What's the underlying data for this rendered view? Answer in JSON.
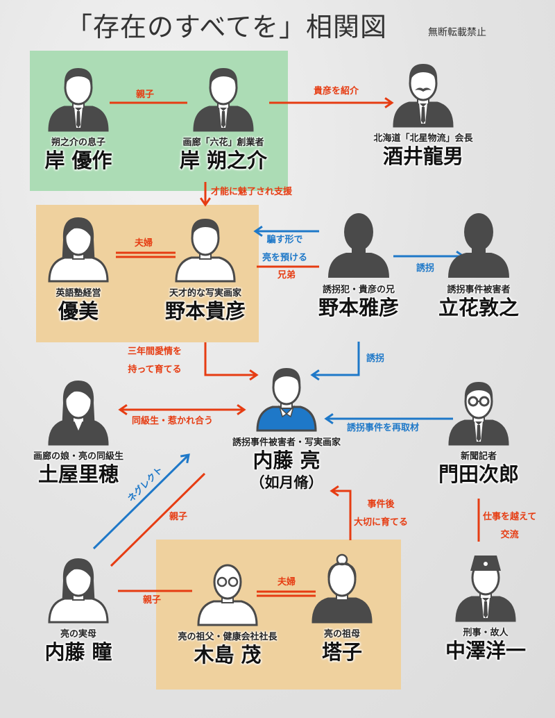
{
  "title": "「存在のすべてを」相関図",
  "notice": "無断転載禁止",
  "colors": {
    "red": "#e63c12",
    "blue": "#1e78c8",
    "group_green": "#acdcb5",
    "group_orange": "#efd19e",
    "silhouette": "#4a4a4a"
  },
  "people": [
    {
      "id": "kishi-yusaku",
      "desc": "朔之介の息子",
      "name": "岸 優作",
      "avatar": "man-suit-icon"
    },
    {
      "id": "kishi-sakunosuke",
      "desc": "画廊「六花」創業者",
      "name": "岸 朔之介",
      "avatar": "man-suit-icon"
    },
    {
      "id": "sakai-tatsuo",
      "desc": "北海道「北星物流」会長",
      "name": "酒井龍男",
      "avatar": "man-mustache-icon"
    },
    {
      "id": "yumi",
      "desc": "英語塾経営",
      "name": "優美",
      "avatar": "woman-icon"
    },
    {
      "id": "nomoto-takahiko",
      "desc": "天才的な写実画家",
      "name": "野本貴彦",
      "avatar": "man-casual-icon"
    },
    {
      "id": "nomoto-masahiko",
      "desc": "誘拐犯・貴彦の兄",
      "name": "野本雅彦",
      "avatar": "silhouette-icon"
    },
    {
      "id": "tachibana-atsuyuki",
      "desc": "誘拐事件被害者",
      "name": "立花敦之",
      "avatar": "silhouette-icon"
    },
    {
      "id": "tsuchiya-riho",
      "desc": "画廊の娘・亮の同級生",
      "name": "土屋里穂",
      "avatar": "woman-suit-icon"
    },
    {
      "id": "naito-ryo",
      "desc": "誘拐事件被害者・写実画家",
      "name": "内藤 亮",
      "sub": "（如月脩）",
      "avatar": "man-blue-shirt-icon"
    },
    {
      "id": "kadota-jiro",
      "desc": "新聞記者",
      "name": "門田次郎",
      "avatar": "man-glasses-icon"
    },
    {
      "id": "naito-hitomi",
      "desc": "亮の実母",
      "name": "内藤 瞳",
      "avatar": "woman-icon"
    },
    {
      "id": "kijima-shigeru",
      "desc": "亮の祖父・健康会社社長",
      "name": "木島 茂",
      "avatar": "elderly-man-icon"
    },
    {
      "id": "toko",
      "desc": "亮の祖母",
      "name": "塔子",
      "avatar": "elderly-woman-icon"
    },
    {
      "id": "nakazawa-yoichi",
      "desc": "刑事・故人",
      "name": "中澤洋一",
      "avatar": "police-icon"
    }
  ],
  "relations": [
    {
      "id": "yusaku-sakunosuke",
      "label": "親子",
      "color": "red"
    },
    {
      "id": "sakunosuke-sakai",
      "label": "貴彦を紹介",
      "color": "red"
    },
    {
      "id": "sakunosuke-takahiko",
      "label": "才能に魅了され支援",
      "color": "red"
    },
    {
      "id": "yumi-takahiko",
      "label": "夫婦",
      "color": "red"
    },
    {
      "id": "masahiko-takahiko-entrust",
      "label": "騙す形で\n亮を預ける",
      "color": "blue"
    },
    {
      "id": "masahiko-takahiko-brothers",
      "label": "兄弟",
      "color": "red"
    },
    {
      "id": "masahiko-tachibana",
      "label": "誘拐",
      "color": "blue"
    },
    {
      "id": "takahiko-ryo",
      "label": "三年間愛情を\n持って育てる",
      "color": "red"
    },
    {
      "id": "masahiko-ryo",
      "label": "誘拐",
      "color": "blue"
    },
    {
      "id": "riho-ryo",
      "label": "同級生・惹かれ合う",
      "color": "red"
    },
    {
      "id": "kadota-ryo",
      "label": "誘拐事件を再取材",
      "color": "blue"
    },
    {
      "id": "hitomi-ryo-neglect",
      "label": "ネグレクト",
      "color": "blue"
    },
    {
      "id": "hitomi-ryo-parent",
      "label": "親子",
      "color": "red"
    },
    {
      "id": "grandparents-ryo",
      "label": "事件後\n大切に育てる",
      "color": "red"
    },
    {
      "id": "kadota-nakazawa",
      "label": "仕事を越えて\n交流",
      "color": "red"
    },
    {
      "id": "hitomi-shigeru",
      "label": "親子",
      "color": "red"
    },
    {
      "id": "shigeru-toko",
      "label": "夫婦",
      "color": "red"
    }
  ]
}
